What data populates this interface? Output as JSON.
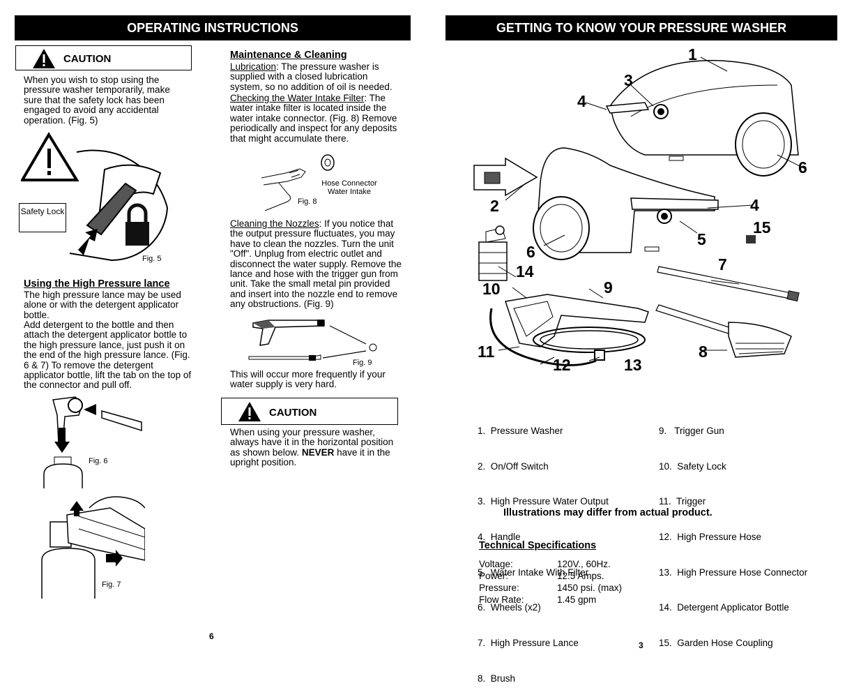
{
  "left_page": {
    "banner": "OPERATING INSTRUCTIONS",
    "caution1_label": "CAUTION",
    "caution1_text": "When you wish to stop using the pressure washer temporarily, make sure that the safety lock has been engaged to avoid any accidental operation. (Fig. 5)",
    "fig5_safety_lock_label": "Safety Lock",
    "fig5_caption": "Fig. 5",
    "lance_heading": "Using the High Pressure lance",
    "lance_text_1": "The high pressure lance may be used alone or with the detergent applicator bottle.",
    "lance_text_2": "Add detergent to the bottle and then attach the detergent applicator bottle to the high pressure lance, just push it on the end of the high pressure lance. (Fig. 6 & 7) To remove  the detergent applicator bottle, lift the tab on the top of the connector and pull off.",
    "fig6_caption": "Fig. 6",
    "fig7_caption": "Fig. 7",
    "maint_heading": "Maintenance & Cleaning",
    "lubrication_label": "Lubrication",
    "lubrication_text": ": The pressure washer is supplied with a closed lubrication system, so no addition of oil is needed.",
    "filter_label": "Checking the Water Intake Filter",
    "filter_text": ": The water intake filter is located inside the water intake connector. (Fig. 8) Remove periodically and inspect for any deposits that might accumulate there.",
    "fig8_label": "Hose Connector Water Intake",
    "fig8_caption": "Fig. 8",
    "nozzles_label": "Cleaning the Nozzles",
    "nozzles_text": ": If you notice that the output pressure fluctuates, you may have to clean the nozzles. Turn the unit \"Off\". Unplug from electric outlet and disconnect the water supply. Remove the lance and hose with the trigger gun from unit. Take the small metal pin provided and insert into the nozzle end to remove any obstructions. (Fig. 9)",
    "fig9_caption": "Fig. 9",
    "hard_water_text": "This will occur more frequently if your water supply is very hard.",
    "caution2_label": "CAUTION",
    "caution2_text": "When using your pressure washer, always have it in the horizontal position as shown below.",
    "caution2_never": "NEVER",
    "caution2_tail": "have it in the upright position.",
    "page_number": "6"
  },
  "right_page": {
    "banner": "GETTING TO KNOW  YOUR  PRESSURE WASHER",
    "callouts": [
      "1",
      "3",
      "4",
      "6",
      "2",
      "4",
      "15",
      "5",
      "6",
      "7",
      "14",
      "10",
      "9",
      "11",
      "12",
      "13",
      "8"
    ],
    "parts_col1": [
      "1.  Pressure Washer",
      "2.  On/Off Switch",
      "3.  High Pressure Water Output",
      "4.  Handle",
      "5.  Water Intake With Filter",
      "6.  Wheels (x2)",
      "7.  High Pressure Lance",
      "8.  Brush"
    ],
    "parts_col2": [
      "9.   Trigger Gun",
      "10.  Safety Lock",
      "11.  Trigger",
      "12.  High Pressure Hose",
      "13.  High Pressure Hose Connector",
      "14.  Detergent Applicator Bottle",
      "15.  Garden Hose Coupling"
    ],
    "disclaimer": "Illustrations may differ from actual product.",
    "specs_heading": "Technical Specifications",
    "specs": [
      {
        "k": "Voltage:",
        "v": "120V.,  60Hz."
      },
      {
        "k": "Power:",
        "v": "12.5 Amps."
      },
      {
        "k": "Pressure:",
        "v": "1450 psi. (max)"
      },
      {
        "k": "Flow Rate:",
        "v": "1.45 gpm"
      }
    ],
    "page_number": "3"
  }
}
